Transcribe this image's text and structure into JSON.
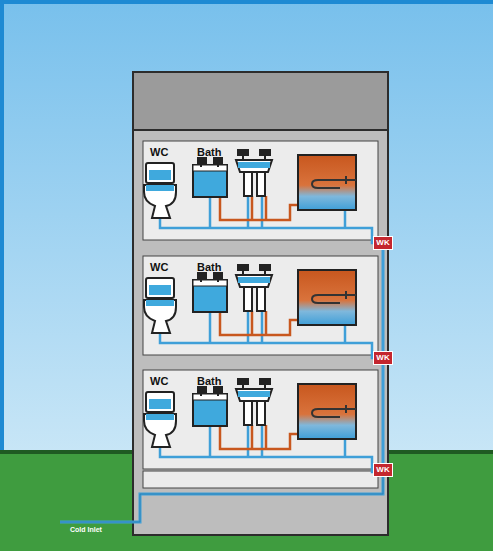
{
  "diagram": {
    "nodes": [
      {
        "text": [
          "WK"
        ]
      },
      {
        "text": [
          "WK"
        ]
      },
      {
        "text": [
          "WK"
        ]
      }
    ],
    "edges": [
      {
        "from": 2,
        "to": 1,
        "arrow": "none"
      },
      {
        "from": 1,
        "to": 0,
        "arrow": "none"
      }
    ],
    "labels": [
      "WC",
      "Bath",
      "WC",
      "Bath",
      "WC",
      "Bath",
      "Cold Inlet"
    ]
  }
}
